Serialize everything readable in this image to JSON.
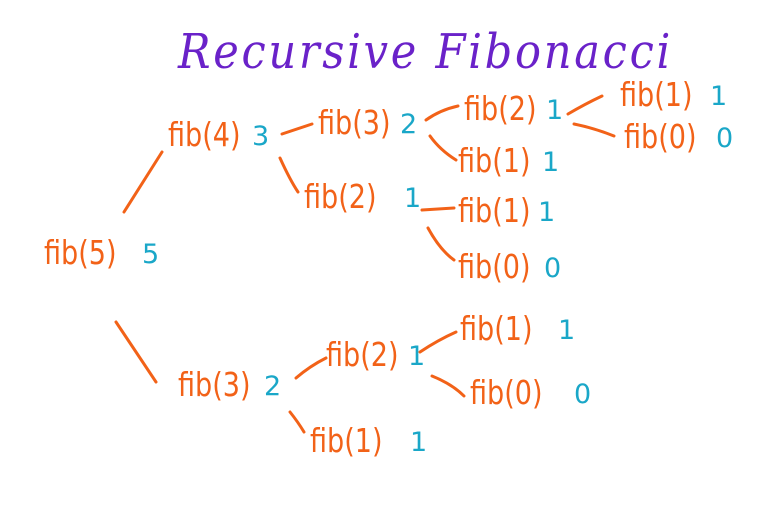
{
  "title": "Recursive Fibonacci",
  "colors": {
    "title": "#6a22c9",
    "call": "#f26218",
    "value": "#1aa7c8"
  },
  "nodes": {
    "n5": {
      "call": "fib(5)",
      "value": "5"
    },
    "n4": {
      "call": "fib(4)",
      "value": "3"
    },
    "n3a": {
      "call": "fib(3)",
      "value": "2"
    },
    "n2a": {
      "call": "fib(2)",
      "value": "1"
    },
    "n1a": {
      "call": "fib(1)",
      "value": "1"
    },
    "n0a": {
      "call": "fib(0)",
      "value": "0"
    },
    "n1b": {
      "call": "fib(1)",
      "value": "1"
    },
    "n2b": {
      "call": "fib(2)",
      "value": "1"
    },
    "n1c": {
      "call": "fib(1)",
      "value": "1"
    },
    "n0b": {
      "call": "fib(0)",
      "value": "0"
    },
    "n3b": {
      "call": "fib(3)",
      "value": "2"
    },
    "n2c": {
      "call": "fib(2)",
      "value": "1"
    },
    "n1d": {
      "call": "fib(1)",
      "value": "1"
    },
    "n0c": {
      "call": "fib(0)",
      "value": "0"
    },
    "n1e": {
      "call": "fib(1)",
      "value": "1"
    }
  },
  "edges": [
    [
      "n5",
      "n4"
    ],
    [
      "n5",
      "n3b"
    ],
    [
      "n4",
      "n3a"
    ],
    [
      "n4",
      "n2b"
    ],
    [
      "n3a",
      "n2a"
    ],
    [
      "n3a",
      "n1b"
    ],
    [
      "n2a",
      "n1a"
    ],
    [
      "n2a",
      "n0a"
    ],
    [
      "n2b",
      "n1c"
    ],
    [
      "n2b",
      "n0b"
    ],
    [
      "n3b",
      "n2c"
    ],
    [
      "n3b",
      "n1e"
    ],
    [
      "n2c",
      "n1d"
    ],
    [
      "n2c",
      "n0c"
    ]
  ]
}
